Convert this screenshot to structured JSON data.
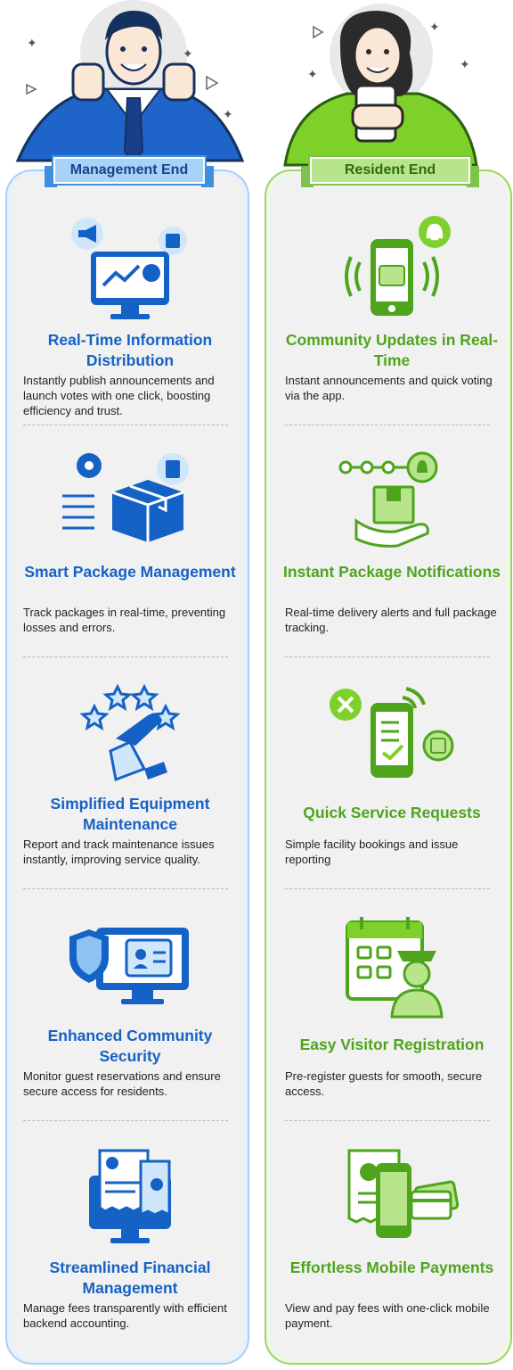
{
  "headers": {
    "management": "Management End",
    "resident": "Resident End"
  },
  "management": [
    {
      "title": "Real-Time Information Distribution",
      "desc": "Instantly publish announcements and launch votes with one click, boosting efficiency and trust.",
      "icon": "monitor-chart-icon"
    },
    {
      "title": "Smart Package Management",
      "desc": "Track packages in real-time, preventing losses and errors.",
      "icon": "package-circuit-icon"
    },
    {
      "title": "Simplified Equipment Maintenance",
      "desc": "Report and track maintenance issues instantly, improving service quality.",
      "icon": "wrench-stars-icon"
    },
    {
      "title": "Enhanced Community Security",
      "desc": "Monitor guest reservations and ensure secure access for residents.",
      "icon": "shield-idcard-icon"
    },
    {
      "title": "Streamlined Financial Management",
      "desc": "Manage fees transparently with efficient backend accounting.",
      "icon": "monitor-invoice-icon"
    }
  ],
  "resident": [
    {
      "title": "Community Updates in Real-Time",
      "desc": "Instant announcements and quick voting via the app.",
      "icon": "phone-bell-icon"
    },
    {
      "title": "Instant Package Notifications",
      "desc": "Real-time delivery alerts and full package tracking.",
      "icon": "package-hand-icon"
    },
    {
      "title": "Quick Service Requests",
      "desc": "Simple facility bookings and issue reporting",
      "icon": "phone-checklist-icon"
    },
    {
      "title": "Easy Visitor Registration",
      "desc": "Pre-register guests for smooth, secure access.",
      "icon": "calendar-guard-icon"
    },
    {
      "title": "Effortless Mobile Payments",
      "desc": "View and pay fees with one-click mobile payment.",
      "icon": "phone-card-icon"
    }
  ],
  "colors": {
    "blue": "#1562c6",
    "green": "#4ea51c",
    "panel": "#f1f1f1"
  }
}
